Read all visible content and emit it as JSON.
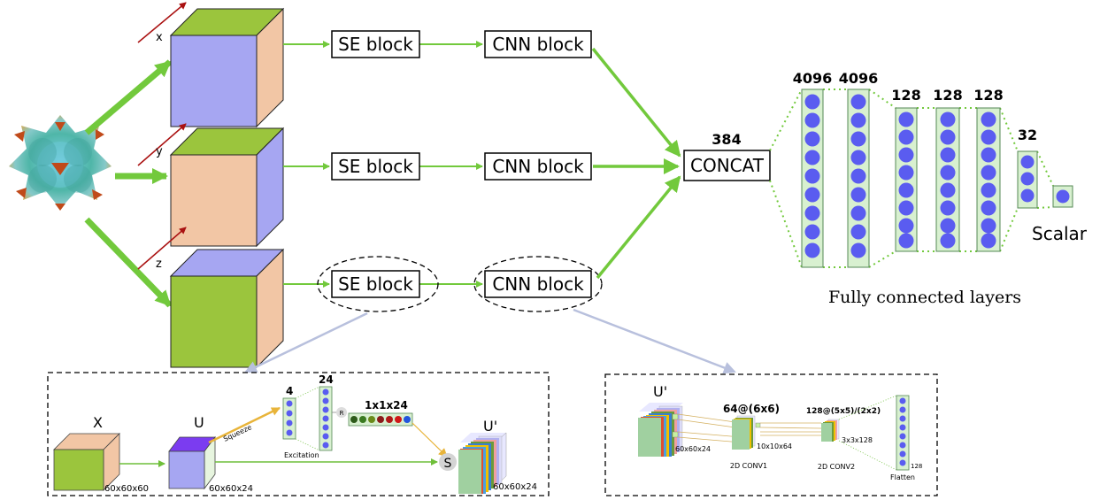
{
  "axes": {
    "x": "x",
    "y": "y",
    "z": "z"
  },
  "blocks": {
    "se": "SE block",
    "cnn": "CNN block",
    "concat": "CONCAT",
    "concat_size": "384"
  },
  "fc": {
    "layer_sizes": [
      "4096",
      "4096",
      "128",
      "128",
      "128",
      "32"
    ],
    "output_label": "Scalar",
    "caption": "Fully connected layers"
  },
  "se_detail": {
    "x_label": "X",
    "u_label": "U",
    "u_prime_label": "U'",
    "x_dims": "60x60x60",
    "u_dims": "60x60x24",
    "u_prime_dims": "60x60x24",
    "squeeze": "Squeeze",
    "excitation": "Excitation",
    "n4": "4",
    "n24": "24",
    "dims_1x1x24": "1x1x24",
    "r_label": "R",
    "s_label": "S"
  },
  "cnn_detail": {
    "u_prime_label": "U'",
    "input_dims": "60x60x24",
    "conv1_spec": "64@(6x6)",
    "conv1_out": "10x10x64",
    "conv1_name": "2D CONV1",
    "conv2_spec": "128@(5x5)/(2x2)",
    "conv2_out": "3x3x128",
    "conv2_name": "2D CONV2",
    "flatten_size": "128",
    "flatten_name": "Flatten"
  },
  "colors": {
    "arrow_green": "#72c93c",
    "cube_green": "#9bc53d",
    "cube_peach": "#f2c6a5",
    "cube_lavender": "#a6a6f2",
    "node_blue": "#5a5cf0",
    "node_bg": "#d8f0d0",
    "axis_red": "#aa1111"
  }
}
